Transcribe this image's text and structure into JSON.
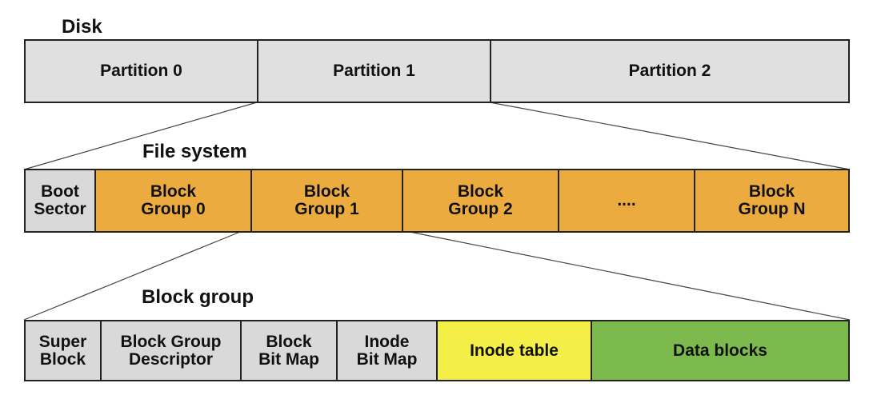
{
  "disk": {
    "title": "Disk",
    "partitions": [
      "Partition 0",
      "Partition 1",
      "Partition 2"
    ]
  },
  "file_system": {
    "title": "File system",
    "cells": [
      {
        "label": "Boot\nSector",
        "color": "#d9d9d9"
      },
      {
        "label": "Block\nGroup 0",
        "color": "#ebab3f"
      },
      {
        "label": "Block\nGroup 1",
        "color": "#ebab3f"
      },
      {
        "label": "Block\nGroup 2",
        "color": "#ebab3f"
      },
      {
        "label": "....",
        "color": "#ebab3f"
      },
      {
        "label": "Block\nGroup N",
        "color": "#ebab3f"
      }
    ]
  },
  "block_group": {
    "title": "Block group",
    "cells": [
      {
        "label": "Super\nBlock",
        "color": "#d9d9d9"
      },
      {
        "label": "Block Group\nDescriptor",
        "color": "#d9d9d9"
      },
      {
        "label": "Block\nBit Map",
        "color": "#d9d9d9"
      },
      {
        "label": "Inode\nBit Map",
        "color": "#d9d9d9"
      },
      {
        "label": "Inode table",
        "color": "#f4ef46"
      },
      {
        "label": "Data blocks",
        "color": "#7dba4d"
      }
    ]
  },
  "colors": {
    "partition_fill": "#e0e0e0",
    "border": "#222222",
    "zoom_line": "#444444"
  }
}
